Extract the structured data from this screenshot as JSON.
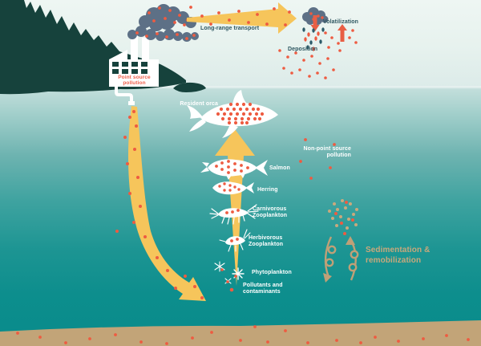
{
  "diagram": {
    "labels": {
      "point_source": "Point source pollution",
      "long_range_transport": "Long-range transport",
      "volatilization": "Volatilization",
      "deposition": "Deposition",
      "resident_orca": "Resident orca",
      "salmon": "Salmon",
      "herring": "Herring",
      "carnivorous_zooplankton": "Carnivorous Zooplankton",
      "herbivorous_zooplankton": "Herbivorous Zooplankton",
      "phytoplankton": "Phytoplankton",
      "pollutants": "Pollutants and contaminants",
      "non_point_source": "Non-point source pollution",
      "sedimentation": "Sedimentation & remobilization"
    },
    "colors": {
      "water_deep": "#088b8b",
      "water_mid": "#4fa8a5",
      "water_surface": "#c2dedb",
      "sky": "#eef6f3",
      "land": "#16423c",
      "sand": "#c2a478",
      "arrow_yellow": "#f6c55b",
      "pollutant_red": "#ee5b41",
      "smoke_slate": "#5d7086",
      "rain_teal": "#2c5a68",
      "label_dark": "#2d5660",
      "label_tan": "#c8a87c",
      "label_white": "#ffffff"
    },
    "icons": [
      "factory-icon",
      "smoke-cloud-icon",
      "long-range-arrow-icon",
      "rain-cloud-icon",
      "deposition-arrow-icon",
      "volatilization-arrow-icon",
      "discharge-pipe-icon",
      "discharge-stream-arrow-icon",
      "bioaccumulation-arrow-icon",
      "orca-icon",
      "salmon-icon",
      "herring-icon",
      "carnivorous-zooplankton-icon",
      "herbivorous-zooplankton-icon",
      "phytoplankton-icon",
      "sedimentation-arrows-icon",
      "pollutant-dot-icon"
    ]
  }
}
